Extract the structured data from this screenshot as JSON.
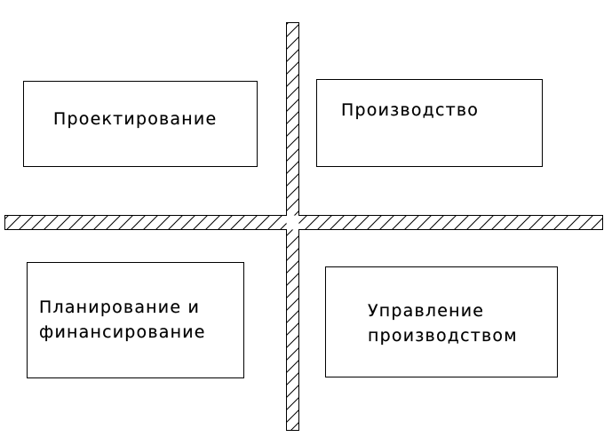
{
  "diagram": {
    "colors": {
      "stroke": "#000000",
      "background": "#ffffff"
    },
    "blocks": [
      {
        "id": "design",
        "lines": [
          "Проектирование"
        ]
      },
      {
        "id": "produce",
        "lines": [
          "Производство"
        ]
      },
      {
        "id": "plan",
        "lines": [
          "Планирование и",
          "финансирование"
        ]
      },
      {
        "id": "manage",
        "lines": [
          "Управление",
          "производством"
        ]
      }
    ]
  }
}
